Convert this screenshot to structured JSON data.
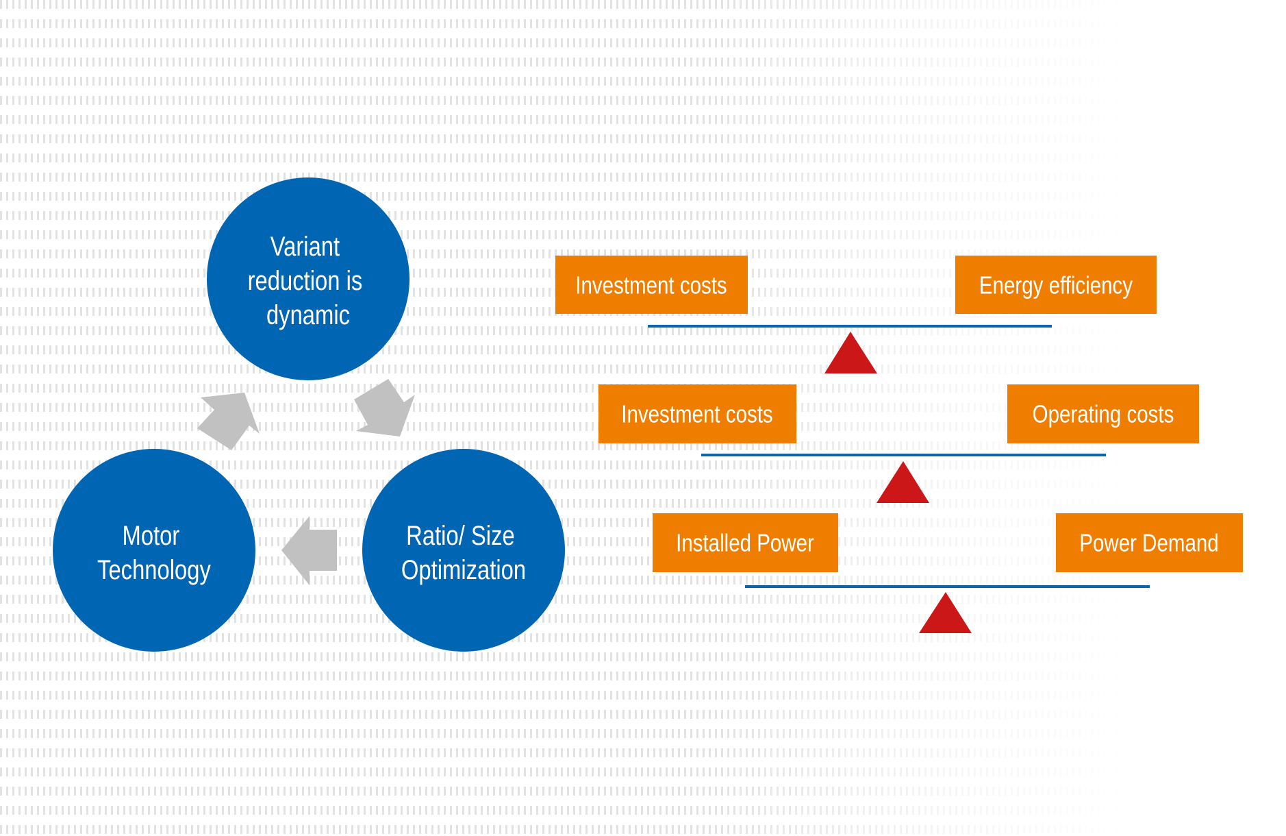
{
  "colors": {
    "circle": "#0066b3",
    "box": "#ee7d00",
    "beam": "#0a66b0",
    "fulcrum": "#cc1719",
    "arrow": "#c1c1c1",
    "text": "#ffffff"
  },
  "cycle": {
    "nodes": [
      {
        "id": "variant",
        "lines": [
          "Variant",
          "reduction is",
          "dynamic"
        ]
      },
      {
        "id": "ratio",
        "lines": [
          "Ratio/ Size",
          "Optimization"
        ]
      },
      {
        "id": "motor",
        "lines": [
          "Motor",
          "Technology"
        ]
      }
    ],
    "arrows": [
      {
        "from": "variant",
        "to": "ratio",
        "direction": "down-right"
      },
      {
        "from": "ratio",
        "to": "motor",
        "direction": "left"
      },
      {
        "from": "motor",
        "to": "variant",
        "direction": "up-right"
      }
    ]
  },
  "balances": [
    {
      "left": "Investment costs",
      "right": "Energy efficiency"
    },
    {
      "left": "Investment costs",
      "right": "Operating costs"
    },
    {
      "left": "Installed Power",
      "right": "Power Demand"
    }
  ]
}
